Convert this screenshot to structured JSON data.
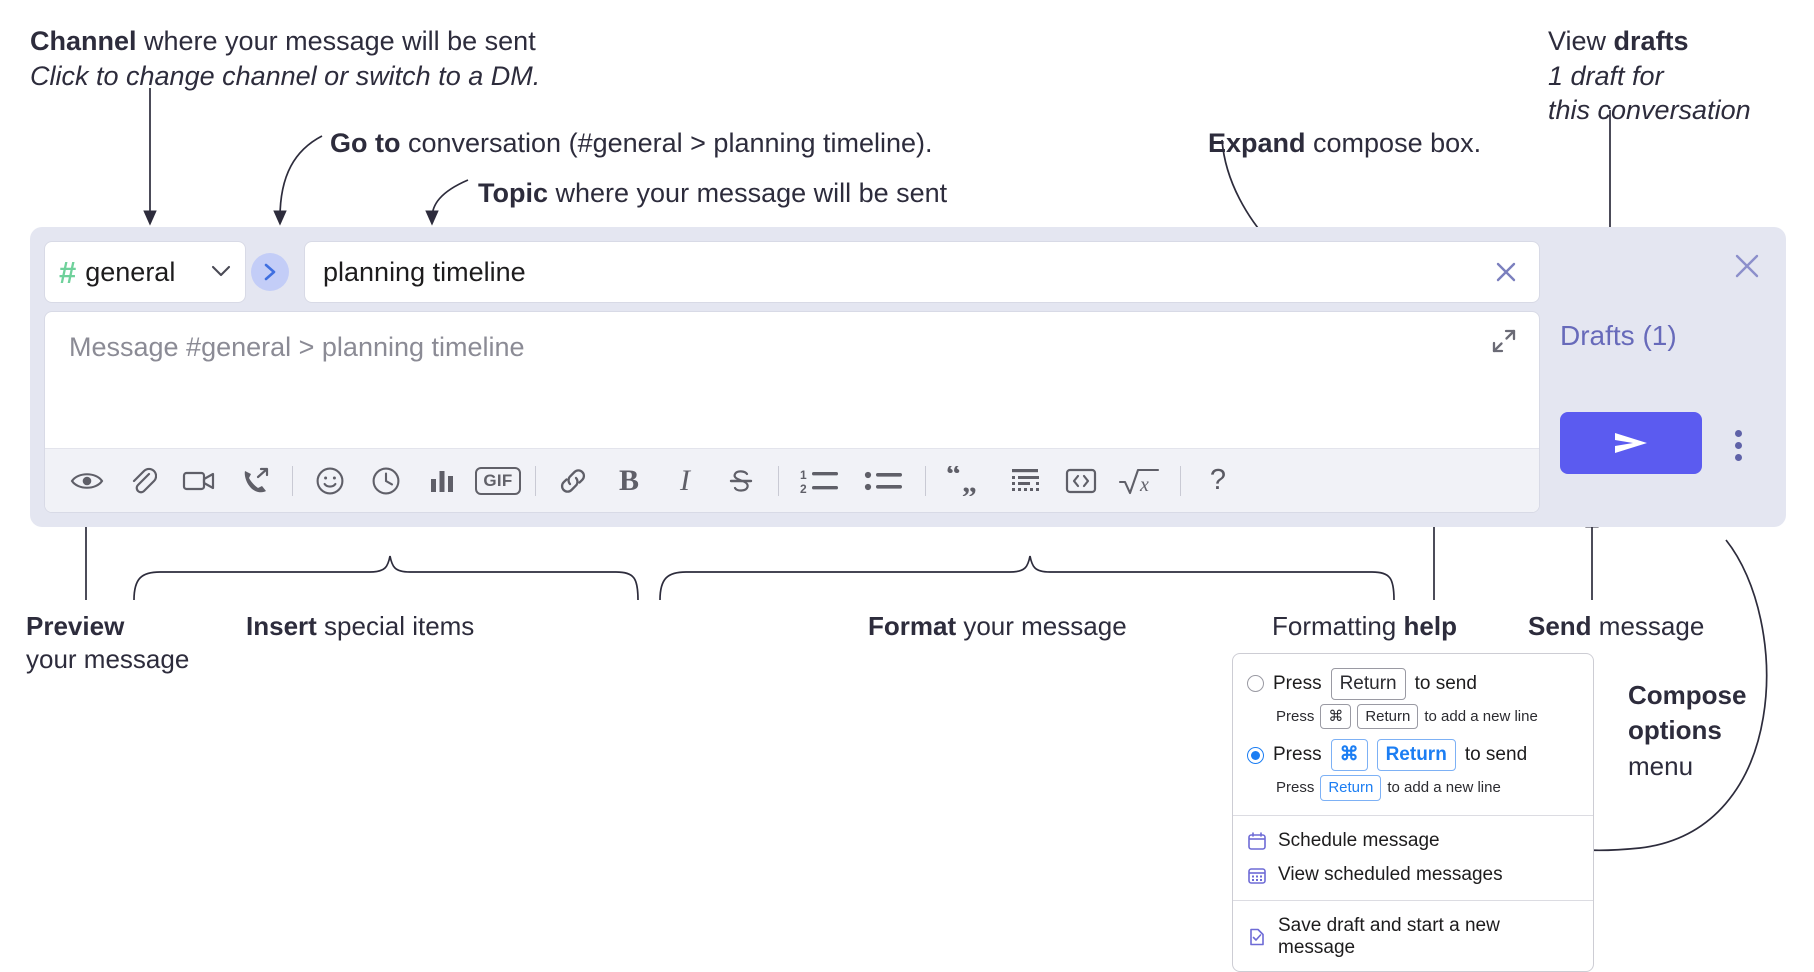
{
  "annotations": {
    "channel": {
      "bold": "Channel",
      "rest": " where your message will be sent",
      "italic": "Click to change channel or switch to a DM."
    },
    "goto": {
      "bold": "Go to",
      "rest": " conversation (#general > planning timeline)."
    },
    "topic": {
      "bold": "Topic",
      "rest": " where your message will be sent"
    },
    "expand": {
      "bold": "Expand",
      "rest": " compose box."
    },
    "drafts": {
      "bold_lead": "View ",
      "bold": "drafts",
      "italic_l1": "1 draft for",
      "italic_l2": "this conversation"
    },
    "preview": {
      "bold": "Preview",
      "rest": "your message"
    },
    "insert": {
      "bold": "Insert",
      "rest": " special items"
    },
    "format": {
      "bold": "Format",
      "rest": " your message"
    },
    "help": {
      "lead": "Formatting ",
      "bold": "help"
    },
    "send": {
      "bold": "Send",
      "rest": " message"
    },
    "compose_options": {
      "bold_l1": "Compose",
      "bold_l2": "options",
      "plain_l3": "menu"
    }
  },
  "compose": {
    "channel": {
      "hash": "#",
      "name": "general",
      "chevron": "chevron-down"
    },
    "goto_label": "go-to-conversation",
    "topic": {
      "value": "planning timeline",
      "clear_label": "clear-topic"
    },
    "message": {
      "placeholder": "Message #general > planning timeline",
      "value": ""
    },
    "expand_label": "expand-compose-box",
    "toolbar": [
      {
        "name": "preview-icon",
        "label": "Preview",
        "type": "icon"
      },
      {
        "name": "attachment-icon",
        "label": "Attach file",
        "type": "icon"
      },
      {
        "name": "video-icon",
        "label": "Record video clip",
        "type": "icon"
      },
      {
        "name": "audio-call-icon",
        "label": "Record audio clip",
        "type": "icon"
      },
      {
        "name": "separator",
        "label": "",
        "type": "sep"
      },
      {
        "name": "emoji-icon",
        "label": "Emoji",
        "type": "icon"
      },
      {
        "name": "clock-icon",
        "label": "Reminder",
        "type": "icon"
      },
      {
        "name": "poll-icon",
        "label": "Poll",
        "type": "icon"
      },
      {
        "name": "gif-icon",
        "label": "GIF",
        "type": "chip"
      },
      {
        "name": "separator",
        "label": "",
        "type": "sep"
      },
      {
        "name": "link-icon",
        "label": "Link",
        "type": "icon"
      },
      {
        "name": "bold-icon",
        "label": "B",
        "type": "icon"
      },
      {
        "name": "italic-icon",
        "label": "I",
        "type": "icon"
      },
      {
        "name": "strikethrough-icon",
        "label": "Strikethrough",
        "type": "icon"
      },
      {
        "name": "separator",
        "label": "",
        "type": "sep"
      },
      {
        "name": "ordered-list-icon",
        "label": "Ordered list",
        "type": "icon"
      },
      {
        "name": "bulleted-list-icon",
        "label": "Bulleted list",
        "type": "icon"
      },
      {
        "name": "separator",
        "label": "",
        "type": "sep"
      },
      {
        "name": "blockquote-icon",
        "label": "Blockquote",
        "type": "icon"
      },
      {
        "name": "code-block-icon",
        "label": "Code block",
        "type": "icon"
      },
      {
        "name": "inline-code-icon",
        "label": "Code",
        "type": "icon"
      },
      {
        "name": "math-icon",
        "label": "Math",
        "type": "icon"
      },
      {
        "name": "separator",
        "label": "",
        "type": "sep"
      },
      {
        "name": "formatting-help-icon",
        "label": "?",
        "type": "help"
      }
    ],
    "rail": {
      "close_label": "close-compose",
      "drafts_link": "Drafts (1)",
      "send_label": "send-message",
      "kebab_label": "compose-options-menu"
    }
  },
  "popup": {
    "option1": {
      "press": "Press",
      "key": "Return",
      "tail": "to send",
      "sub_press": "Press",
      "sub_key1": "⌘",
      "sub_key2": "Return",
      "sub_tail": "to add a new line",
      "selected": false
    },
    "option2": {
      "press": "Press",
      "key1": "⌘",
      "key2": "Return",
      "tail": "to send",
      "sub_press": "Press",
      "sub_key": "Return",
      "sub_tail": "to add a new line",
      "selected": true
    },
    "items": [
      {
        "icon": "calendar-icon",
        "label": "Schedule message"
      },
      {
        "icon": "calendar-grid-icon",
        "label": "View scheduled messages"
      },
      {
        "icon": "save-draft-icon",
        "label": "Save draft and start a new message"
      }
    ]
  },
  "colors": {
    "accent_purple": "#5b5bf0",
    "channel_green": "#6fd19b",
    "goto_blue": "#4a72e8",
    "drafts_purple": "#676aba",
    "panel_bg": "#e4e6f1",
    "radio_blue": "#1c7ef3"
  }
}
